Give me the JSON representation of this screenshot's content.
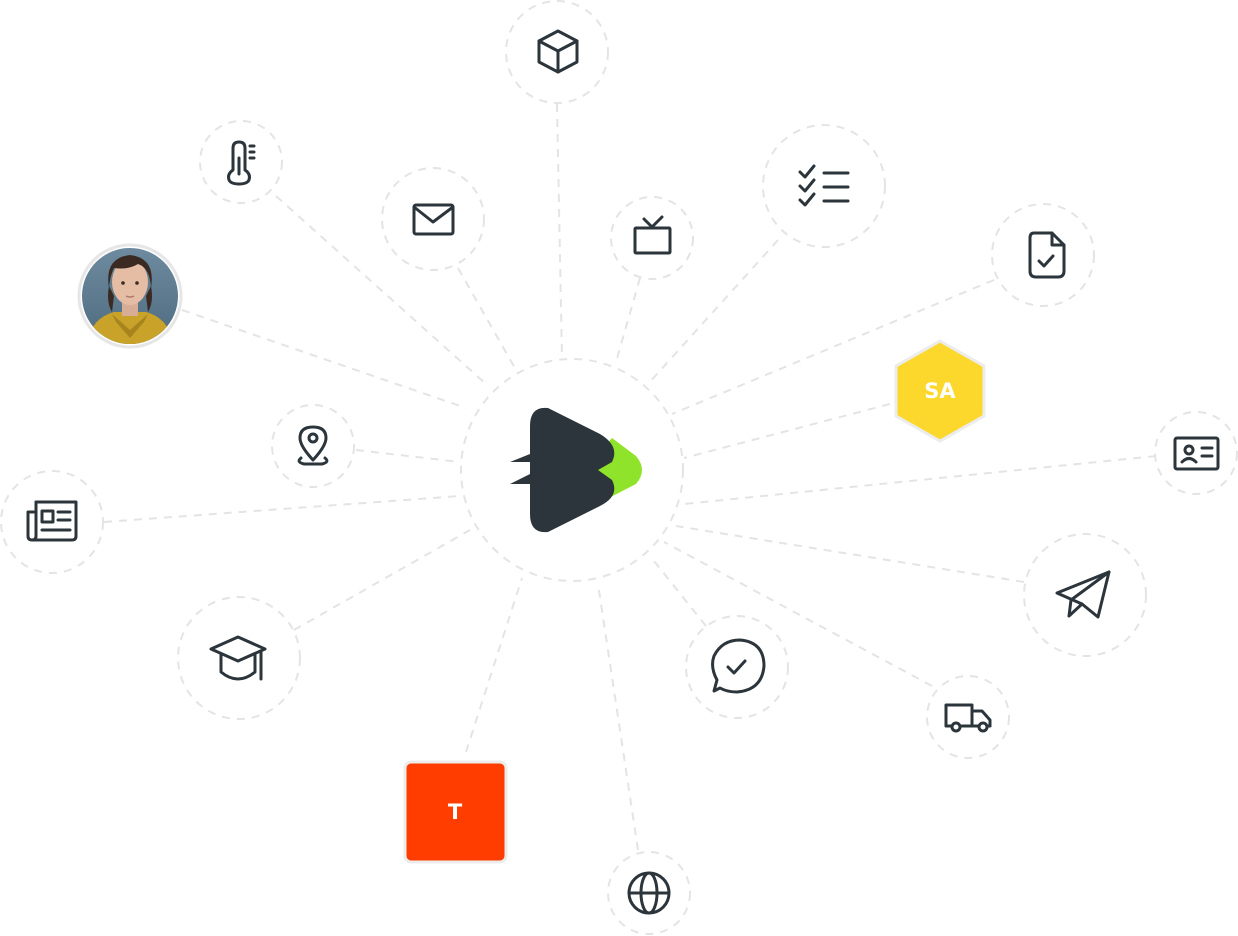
{
  "colors": {
    "icon": "#2b353b",
    "brand_dark": "#2b353b",
    "brand_green": "#8fe32a",
    "connector": "#e4e4e4",
    "badge_sa": "#fcd82c",
    "badge_t": "#ff3d00"
  },
  "hub": {
    "logo": "arrow-play-logo"
  },
  "nodes": [
    {
      "id": "box",
      "icon": "box-icon"
    },
    {
      "id": "thermometer",
      "icon": "thermometer-icon"
    },
    {
      "id": "mail",
      "icon": "envelope-icon"
    },
    {
      "id": "tv",
      "icon": "tv-icon"
    },
    {
      "id": "checklist",
      "icon": "checklist-icon"
    },
    {
      "id": "file-check",
      "icon": "file-check-icon"
    },
    {
      "id": "avatar",
      "icon": "avatar-photo"
    },
    {
      "id": "location",
      "icon": "map-pin-icon"
    },
    {
      "id": "newspaper",
      "icon": "newspaper-icon"
    },
    {
      "id": "graduation",
      "icon": "graduation-cap-icon"
    },
    {
      "id": "chat-check",
      "icon": "chat-check-icon"
    },
    {
      "id": "id-card",
      "icon": "id-card-icon"
    },
    {
      "id": "send",
      "icon": "paper-plane-icon"
    },
    {
      "id": "truck",
      "icon": "truck-icon"
    },
    {
      "id": "globe",
      "icon": "globe-icon"
    }
  ],
  "badges": {
    "sa": {
      "label": "SA"
    },
    "t": {
      "label": "T"
    }
  }
}
